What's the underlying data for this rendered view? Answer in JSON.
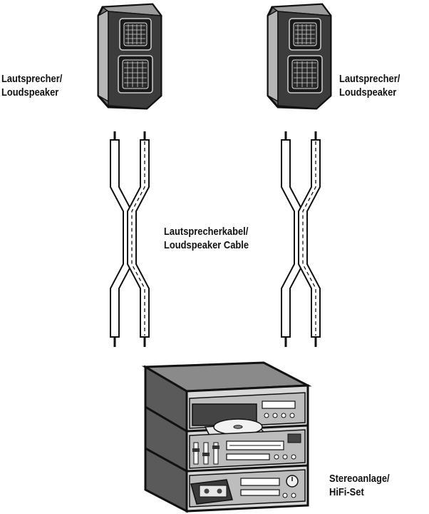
{
  "labels": {
    "speaker_left": {
      "line1": "Lautsprecher/",
      "line2": "Loudspeaker"
    },
    "speaker_right": {
      "line1": "Lautsprecher/",
      "line2": "Loudspeaker"
    },
    "cable": {
      "line1": "Lautsprecherkabel/",
      "line2": "Loudspeaker Cable"
    },
    "hifi": {
      "line1": "Stereoanlage/",
      "line2": "HiFi-Set"
    }
  },
  "colors": {
    "ink": "#111111",
    "dark_gray": "#555555",
    "mid_gray": "#8a8a8a",
    "light_gray": "#c8c8c8",
    "white": "#ffffff"
  }
}
